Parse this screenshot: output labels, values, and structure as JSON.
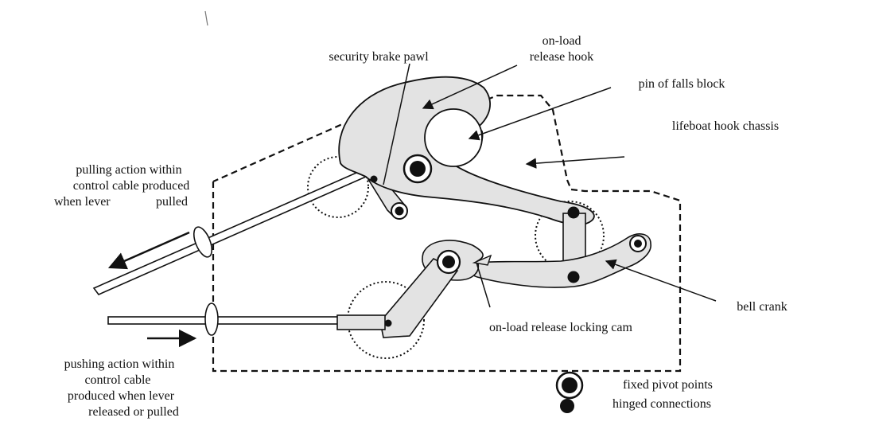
{
  "labels": {
    "security_brake_pawl": "security brake pawl",
    "on_load_release_hook_line1": "on-load",
    "on_load_release_hook_line2": "release hook",
    "pin_of_falls_block": "pin of falls block",
    "lifeboat_hook_chassis": "lifeboat hook chassis",
    "pulling_line1": "pulling action within",
    "pulling_line2": "control cable produced",
    "pulling_line3a": "when lever",
    "pulling_line3b": "pulled",
    "bell_crank": "bell crank",
    "locking_cam": "on-load release locking cam",
    "pushing_line1": "pushing action within",
    "pushing_line2": "control cable",
    "pushing_line3": "produced when lever",
    "pushing_line4": "released or pulled",
    "legend_fixed": "fixed pivot points",
    "legend_hinged": "hinged connections"
  },
  "colors": {
    "part_fill": "#e3e3e3",
    "stroke": "#111111"
  }
}
